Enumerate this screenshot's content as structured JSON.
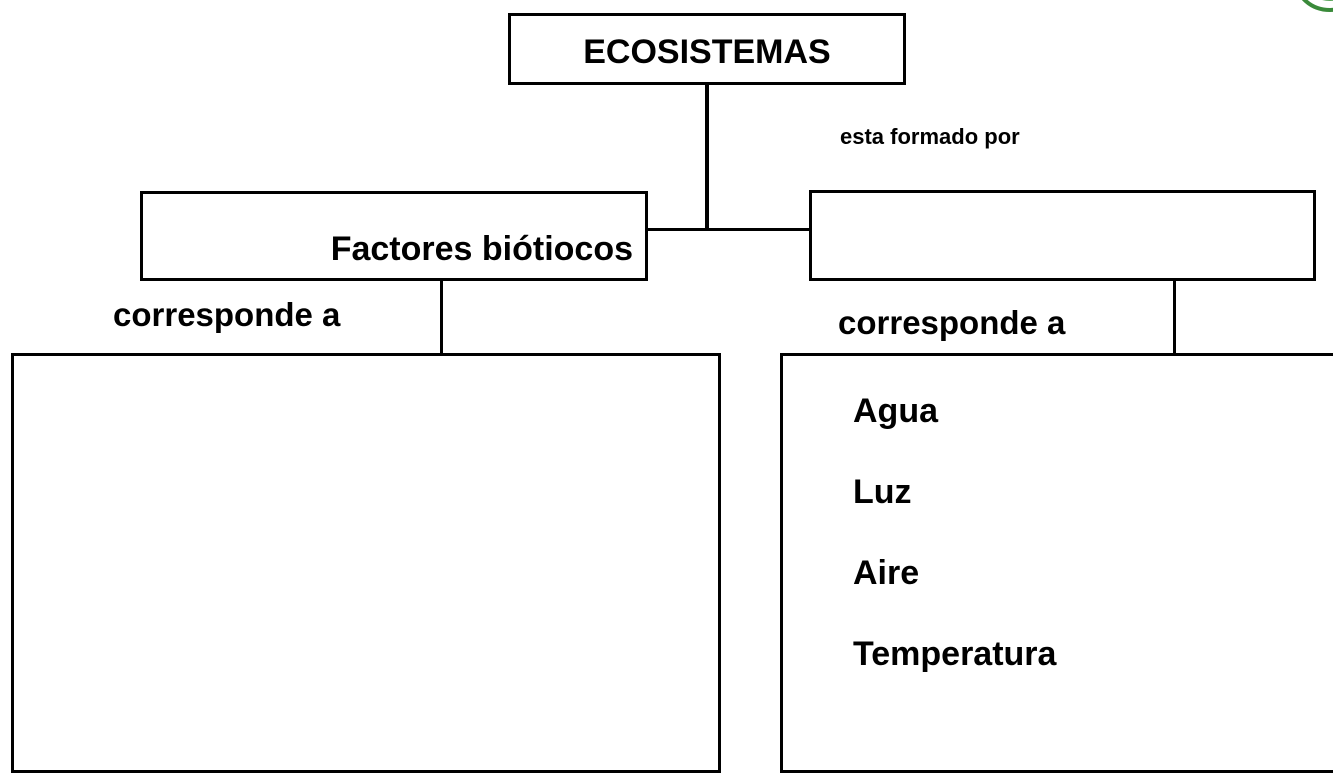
{
  "root": {
    "title": "ECOSISTEMAS"
  },
  "relation_top": "esta formado por",
  "left_branch": {
    "label": "Factores biótiocos",
    "relation": "corresponde a",
    "items": []
  },
  "right_branch": {
    "label": "",
    "relation": "corresponde a",
    "items": [
      "Agua",
      "Luz",
      "Aire",
      "Temperatura"
    ]
  },
  "colors": {
    "line": "#000000",
    "background": "#ffffff",
    "logo": "#3a8a3a"
  },
  "icons": {
    "corner_logo": "green-seal-icon"
  }
}
